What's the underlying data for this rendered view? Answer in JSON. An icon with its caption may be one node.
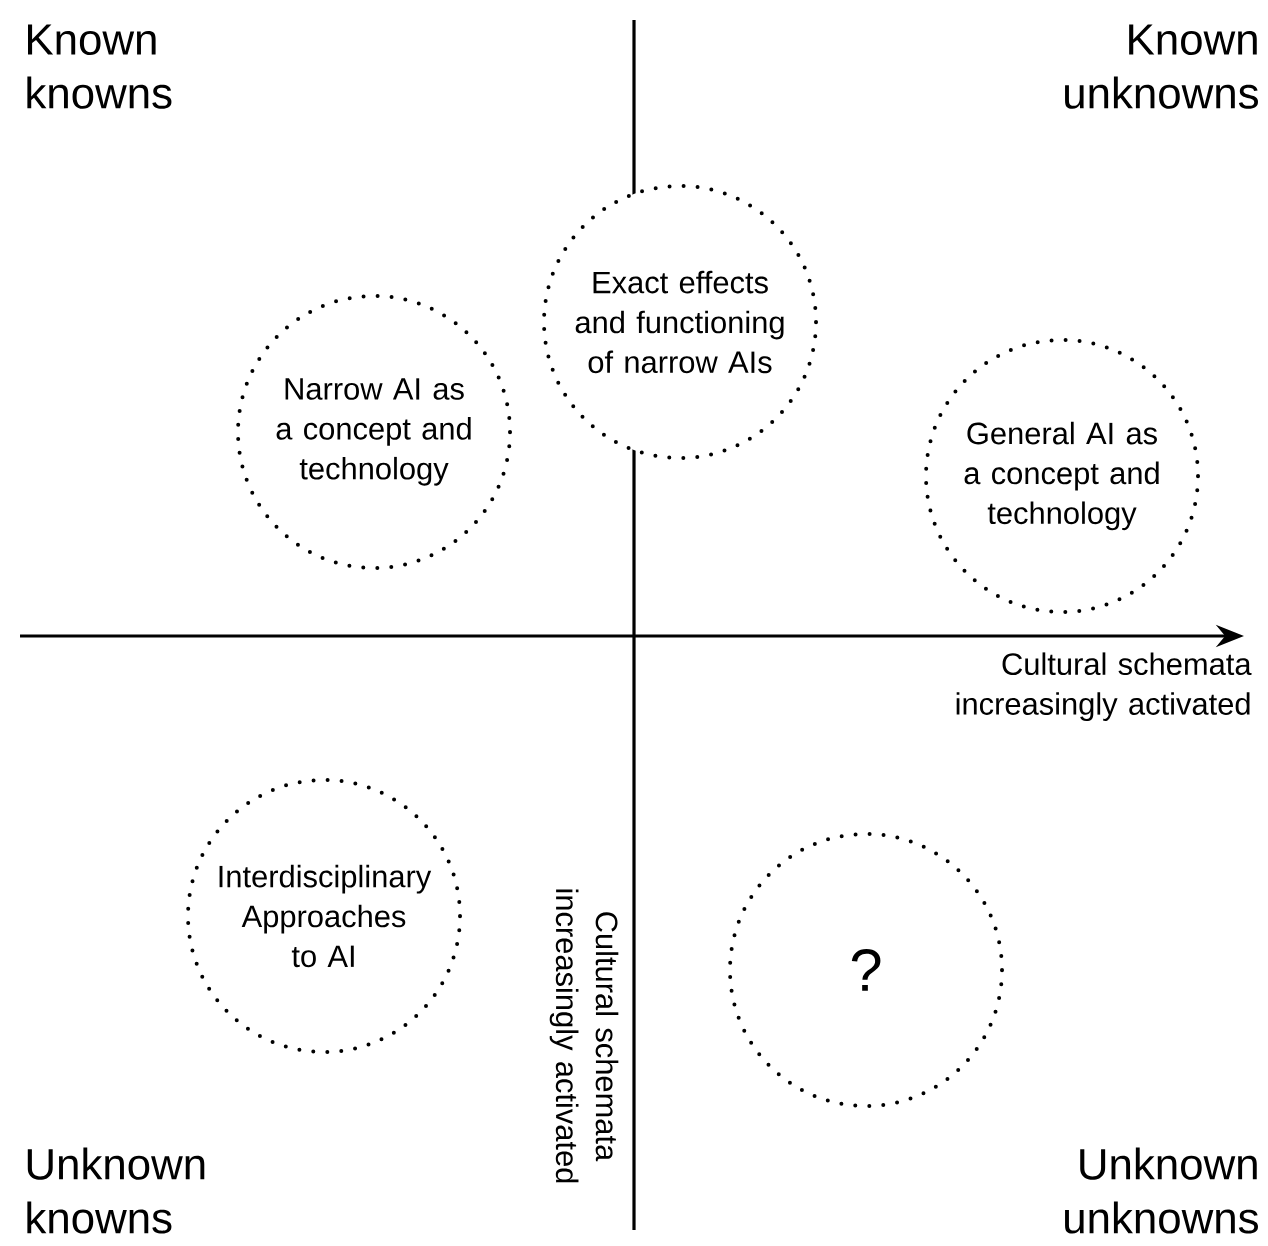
{
  "diagram": {
    "nodes": [
      {
        "text": [
          "Exact effects and functioning of narrow AIs"
        ]
      },
      {
        "text": [
          "Narrow AI as a concept and technology"
        ]
      },
      {
        "text": [
          "General AI as a concept and technology"
        ]
      },
      {
        "text": [
          "Interdisciplinary Approaches to AI"
        ]
      },
      {
        "text": [
          "?"
        ]
      }
    ],
    "edges": [],
    "labels": [
      "Known knowns",
      "Known unknowns",
      "Cultural schemata increasingly activated",
      "Cultural schemata increasingly activated",
      "Unknown knowns",
      "Unknown unknowns"
    ]
  }
}
